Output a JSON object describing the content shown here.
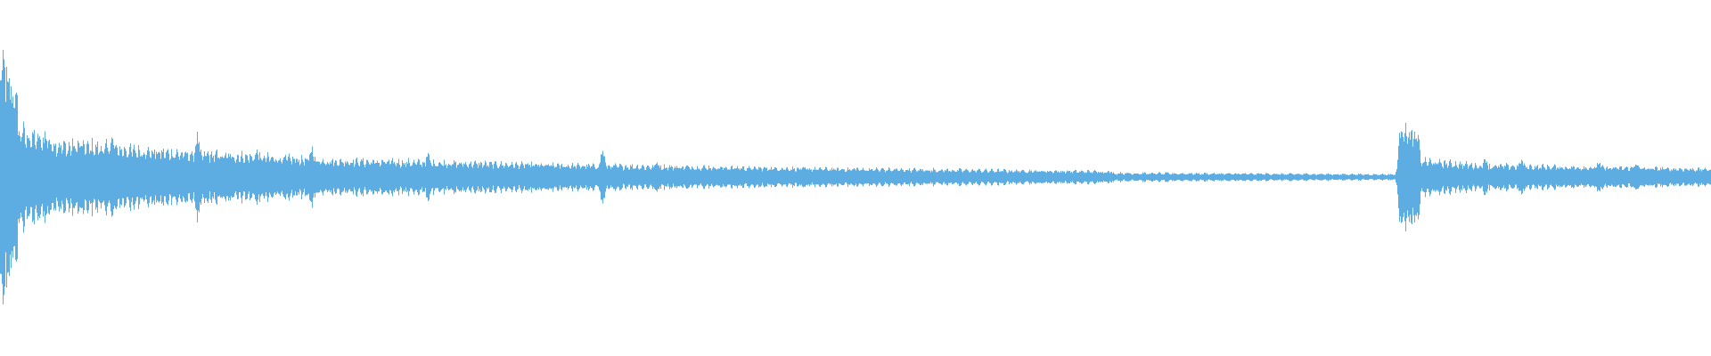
{
  "waveform": {
    "color": "#5dade2",
    "background": "#ffffff",
    "normalized_duration": 1.0,
    "segments": [
      {
        "start": 0.0,
        "end": 0.01,
        "peak": 0.62,
        "floor": 0.4,
        "period": 0.003
      },
      {
        "start": 0.01,
        "end": 0.04,
        "peak": 0.28,
        "floor": 0.07,
        "period": 0.006
      },
      {
        "start": 0.04,
        "end": 0.12,
        "peak": 0.2,
        "floor": 0.06,
        "period": 0.0055
      },
      {
        "start": 0.12,
        "end": 0.2,
        "peak": 0.14,
        "floor": 0.05,
        "period": 0.005
      },
      {
        "start": 0.2,
        "end": 0.35,
        "peak": 0.1,
        "floor": 0.035,
        "period": 0.006
      },
      {
        "start": 0.35,
        "end": 0.5,
        "peak": 0.07,
        "floor": 0.025,
        "period": 0.0065
      },
      {
        "start": 0.5,
        "end": 0.65,
        "peak": 0.05,
        "floor": 0.015,
        "period": 0.0075
      },
      {
        "start": 0.65,
        "end": 0.818,
        "peak": 0.025,
        "floor": 0.006,
        "period": 0.009
      },
      {
        "start": 0.818,
        "end": 0.83,
        "peak": 0.3,
        "floor": 0.15,
        "period": 0.004
      },
      {
        "start": 0.83,
        "end": 0.87,
        "peak": 0.1,
        "floor": 0.03,
        "period": 0.006
      },
      {
        "start": 0.87,
        "end": 1.0,
        "peak": 0.07,
        "floor": 0.025,
        "period": 0.007
      }
    ],
    "transients": [
      {
        "t": 0.002,
        "amp": 0.62
      },
      {
        "t": 0.013,
        "amp": 0.26
      },
      {
        "t": 0.026,
        "amp": 0.24
      },
      {
        "t": 0.046,
        "amp": 0.18
      },
      {
        "t": 0.065,
        "amp": 0.22
      },
      {
        "t": 0.115,
        "amp": 0.22
      },
      {
        "t": 0.15,
        "amp": 0.14
      },
      {
        "t": 0.182,
        "amp": 0.16
      },
      {
        "t": 0.25,
        "amp": 0.12
      },
      {
        "t": 0.352,
        "amp": 0.14
      },
      {
        "t": 0.384,
        "amp": 0.08
      },
      {
        "t": 0.819,
        "amp": 0.3
      },
      {
        "t": 0.868,
        "amp": 0.1
      },
      {
        "t": 0.889,
        "amp": 0.09
      },
      {
        "t": 0.934,
        "amp": 0.08
      },
      {
        "t": 0.956,
        "amp": 0.08
      }
    ]
  }
}
